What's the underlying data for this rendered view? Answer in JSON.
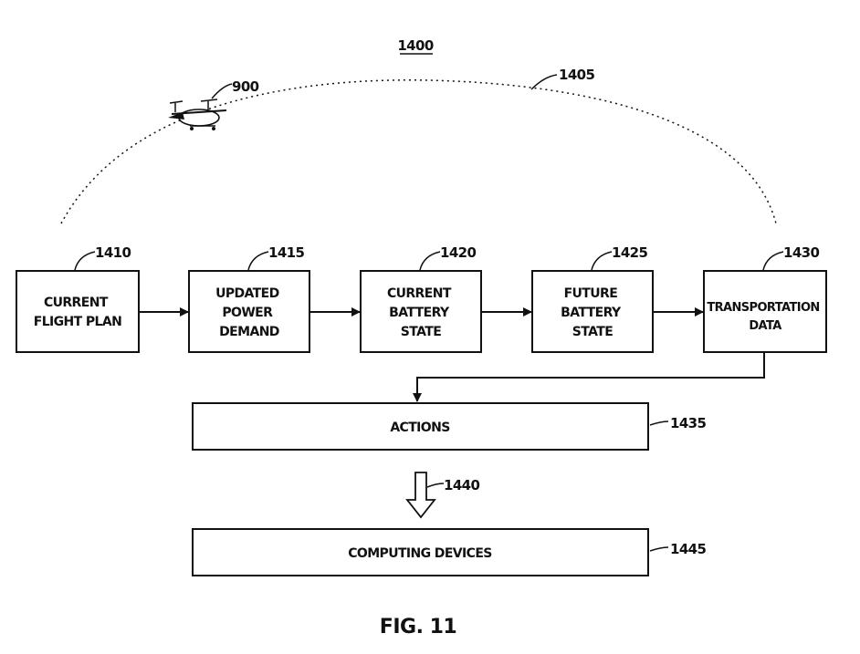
{
  "figure": {
    "number": "1400",
    "caption": "FIG. 11"
  },
  "aircraft": {
    "ref": "900",
    "icon": "aircraft-icon"
  },
  "flight_path": {
    "ref": "1405"
  },
  "blocks": [
    {
      "id": "1410",
      "lines": [
        "CURRENT",
        "FLIGHT PLAN"
      ]
    },
    {
      "id": "1415",
      "lines": [
        "UPDATED",
        "POWER",
        "DEMAND"
      ]
    },
    {
      "id": "1420",
      "lines": [
        "CURRENT",
        "BATTERY",
        "STATE"
      ]
    },
    {
      "id": "1425",
      "lines": [
        "FUTURE",
        "BATTERY",
        "STATE"
      ]
    },
    {
      "id": "1430",
      "lines": [
        "TRANSPORTATION",
        "DATA"
      ]
    }
  ],
  "actions": {
    "id": "1435",
    "label": "ACTIONS"
  },
  "transfer_arrow": {
    "ref": "1440"
  },
  "computing": {
    "id": "1445",
    "label": "COMPUTING DEVICES"
  }
}
